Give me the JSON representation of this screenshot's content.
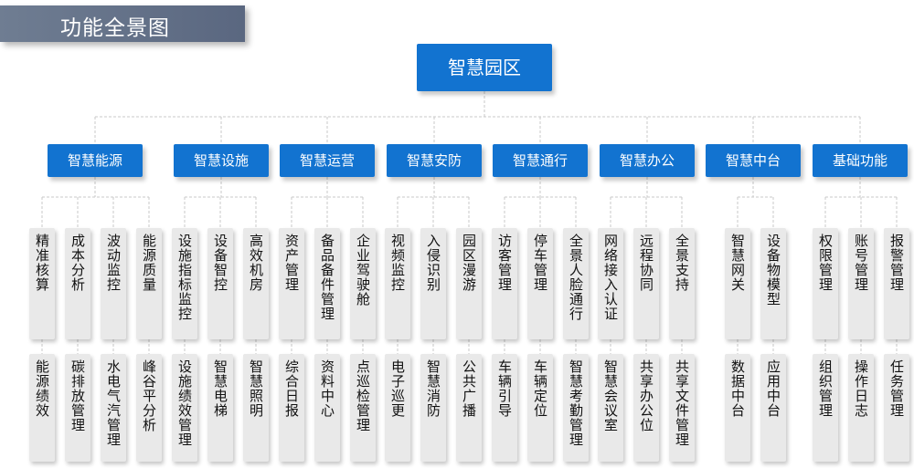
{
  "header": {
    "title": "功能全景图"
  },
  "root": {
    "label": "智慧园区"
  },
  "colors": {
    "node": "#1273d0",
    "leaf": "#e9e9e9",
    "banner": "#5e6b82",
    "connector": "#c8c8c8"
  },
  "categories": [
    {
      "label": "智慧能源",
      "items": [
        {
          "top": "精准核算",
          "bottom": "能源绩效"
        },
        {
          "top": "成本分析",
          "bottom": "碳排放管理"
        },
        {
          "top": "波动监控",
          "bottom": "水电气汽管理"
        },
        {
          "top": "能源质量",
          "bottom": "峰谷平分析"
        }
      ]
    },
    {
      "label": "智慧设施",
      "items": [
        {
          "top": "设施指标监控",
          "bottom": "设施绩效管理"
        },
        {
          "top": "设备智控",
          "bottom": "智慧电梯"
        },
        {
          "top": "高效机房",
          "bottom": "智慧照明"
        }
      ]
    },
    {
      "label": "智慧运营",
      "items": [
        {
          "top": "资产管理",
          "bottom": "综合日报"
        },
        {
          "top": "备品备件管理",
          "bottom": "资料中心"
        },
        {
          "top": "企业驾驶舱",
          "bottom": "点巡检管理"
        }
      ]
    },
    {
      "label": "智慧安防",
      "items": [
        {
          "top": "视频监控",
          "bottom": "电子巡更"
        },
        {
          "top": "入侵识别",
          "bottom": "智慧消防"
        },
        {
          "top": "园区漫游",
          "bottom": "公共广播"
        }
      ]
    },
    {
      "label": "智慧通行",
      "items": [
        {
          "top": "访客管理",
          "bottom": "车辆引导"
        },
        {
          "top": "停车管理",
          "bottom": "车辆定位"
        },
        {
          "top": "全景人脸通行",
          "bottom": "智慧考勤管理"
        }
      ]
    },
    {
      "label": "智慧办公",
      "items": [
        {
          "top": "网络接入认证",
          "bottom": "智慧会议室"
        },
        {
          "top": "远程协同",
          "bottom": "共享办公位"
        },
        {
          "top": "全景支持",
          "bottom": "共享文件管理"
        }
      ]
    },
    {
      "label": "智慧中台",
      "items": [
        {
          "top": "智慧网关",
          "bottom": "数据中台"
        },
        {
          "top": "设备物模型",
          "bottom": "应用中台"
        }
      ]
    },
    {
      "label": "基础功能",
      "items": [
        {
          "top": "权限管理",
          "bottom": "组织管理"
        },
        {
          "top": "账号管理",
          "bottom": "操作日志"
        },
        {
          "top": "报警管理",
          "bottom": "任务管理"
        }
      ]
    }
  ]
}
